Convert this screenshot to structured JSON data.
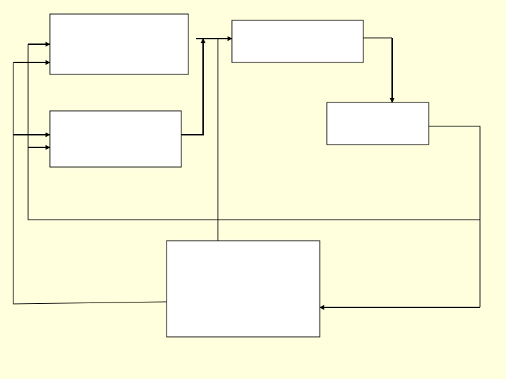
{
  "diagram": {
    "background_color": "#ffffdd",
    "box_fill": "#ffffff",
    "line_color": "#000000",
    "boxes": [
      {
        "id": "box-top-left",
        "label": ""
      },
      {
        "id": "box-middle-left",
        "label": ""
      },
      {
        "id": "box-top-right",
        "label": ""
      },
      {
        "id": "box-right",
        "label": ""
      },
      {
        "id": "box-bottom",
        "label": ""
      }
    ]
  }
}
